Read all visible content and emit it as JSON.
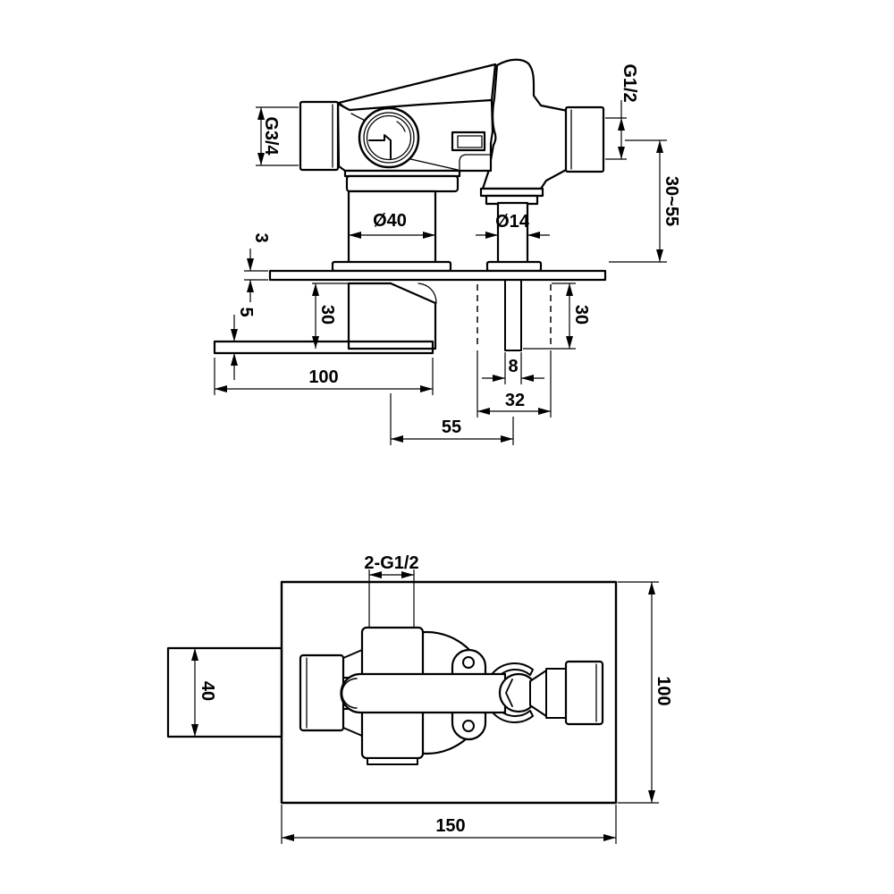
{
  "drawing": {
    "type": "technical-drawing",
    "subject": "concealed shower mixer valve, two orthographic views with dimensions",
    "colors": {
      "line": "#000000",
      "background": "#ffffff"
    },
    "side_view": {
      "dims": {
        "left_port_thread": "G3/4",
        "right_port_thread": "G1/2",
        "install_depth_range": "30~55",
        "body_diameter": "Ø40",
        "spindle_diameter": "Ø14",
        "plate_thickness": "3",
        "bracket_thickness": "5",
        "body_depth_left": "30",
        "body_depth_right": "30",
        "bracket_length": "100",
        "rod_width": "8",
        "box_width": "32",
        "center_distance": "55"
      }
    },
    "plan_view": {
      "dims": {
        "ports": "2-G1/2",
        "block_width": "40",
        "plate_height": "100",
        "plate_width": "150"
      }
    }
  }
}
